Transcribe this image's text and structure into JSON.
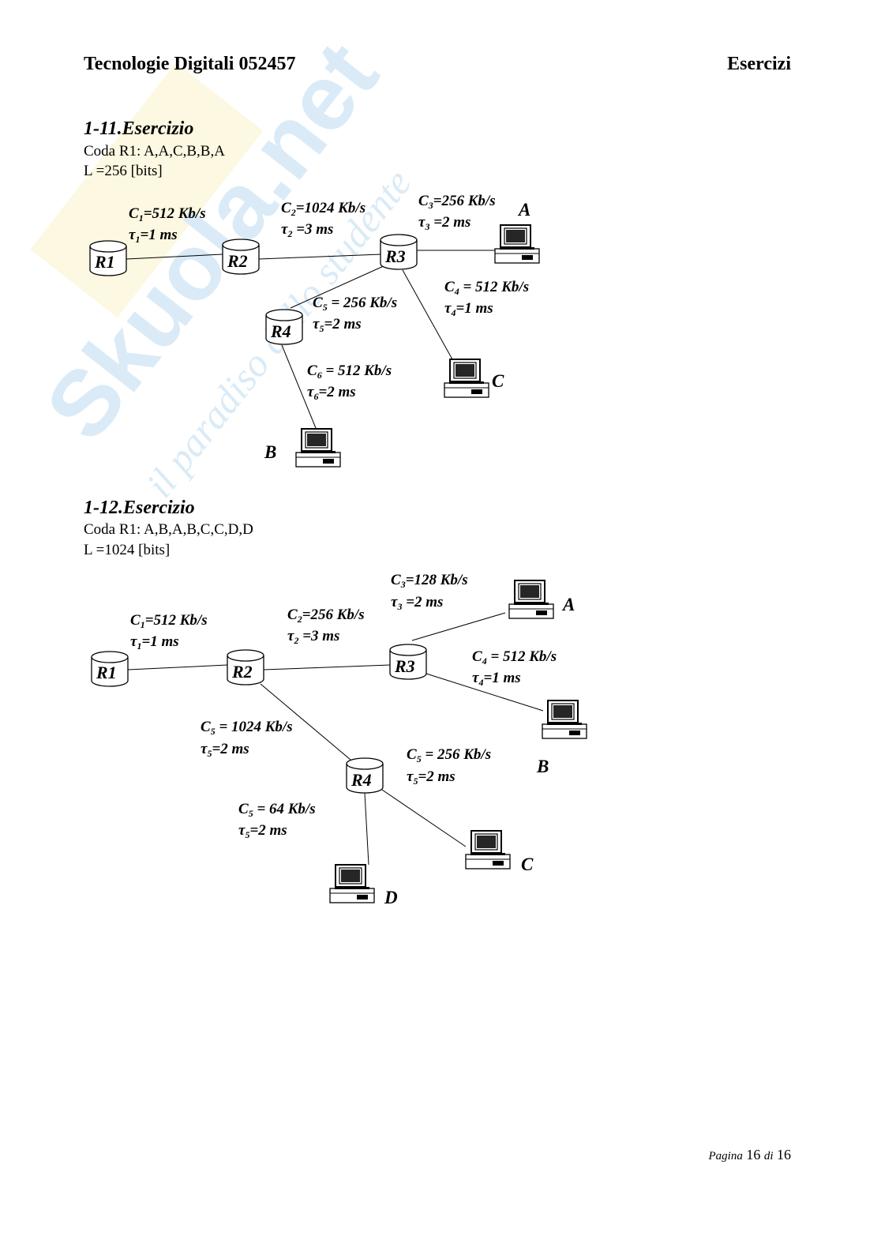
{
  "header": {
    "left": "Tecnologie Digitali 052457",
    "right": "Esercizi"
  },
  "watermark": {
    "brand": "Skuola.net",
    "tagline": "il paradiso dello studente",
    "color": "#5aa9dc"
  },
  "exercises": [
    {
      "title": "1-11.Esercizio",
      "queue": "Coda R1: A,A,C,B,B,A",
      "length": "L =256 [bits]",
      "routers": [
        "R1",
        "R2",
        "R3",
        "R4"
      ],
      "hosts": [
        "A",
        "C",
        "B"
      ],
      "links": [
        {
          "c_sym": "C",
          "c_sub": "1",
          "c_val": "=512 Kb/s",
          "t_sub": "1",
          "t_val": "=1 ms"
        },
        {
          "c_sym": "C",
          "c_sub": "2",
          "c_val": "=1024 Kb/s",
          "t_sub": "2",
          "t_val": " =3 ms"
        },
        {
          "c_sym": "C",
          "c_sub": "3",
          "c_val": "=256 Kb/s",
          "t_sub": "3",
          "t_val": " =2 ms"
        },
        {
          "c_sym": "C",
          "c_sub": "4",
          "c_val": " = 512 Kb/s",
          "t_sub": "4",
          "t_val": "=1 ms"
        },
        {
          "c_sym": "C",
          "c_sub": "5",
          "c_val": " = 256 Kb/s",
          "t_sub": "5",
          "t_val": "=2 ms"
        },
        {
          "c_sym": "C",
          "c_sub": "6",
          "c_val": " = 512 Kb/s",
          "t_sub": "6",
          "t_val": "=2 ms"
        }
      ]
    },
    {
      "title": "1-12.Esercizio",
      "queue": "Coda R1: A,B,A,B,C,C,D,D",
      "length": "L =1024 [bits]",
      "routers": [
        "R1",
        "R2",
        "R3",
        "R4"
      ],
      "hosts": [
        "A",
        "B",
        "C",
        "D"
      ],
      "links": [
        {
          "c_sym": "C",
          "c_sub": "1",
          "c_val": "=512 Kb/s",
          "t_sub": "1",
          "t_val": "=1 ms"
        },
        {
          "c_sym": "C",
          "c_sub": "2",
          "c_val": "=256 Kb/s",
          "t_sub": "2",
          "t_val": " =3 ms"
        },
        {
          "c_sym": "C",
          "c_sub": "3",
          "c_val": "=128 Kb/s",
          "t_sub": "3",
          "t_val": " =2 ms"
        },
        {
          "c_sym": "C",
          "c_sub": "4",
          "c_val": " = 512 Kb/s",
          "t_sub": "4",
          "t_val": "=1 ms"
        },
        {
          "c_sym": "C",
          "c_sub": "5",
          "c_val": " = 1024 Kb/s",
          "t_sub": "5",
          "t_val": "=2 ms"
        },
        {
          "c_sym": "C",
          "c_sub": "5",
          "c_val": " = 256 Kb/s",
          "t_sub": "5",
          "t_val": "=2 ms"
        },
        {
          "c_sym": "C",
          "c_sub": "5",
          "c_val": " = 64 Kb/s",
          "t_sub": "5",
          "t_val": "=2 ms"
        }
      ]
    }
  ],
  "tau_symbol": "τ",
  "footer": {
    "page_word": "Pagina",
    "page_num": "16",
    "of_word": "di",
    "total": "16"
  }
}
